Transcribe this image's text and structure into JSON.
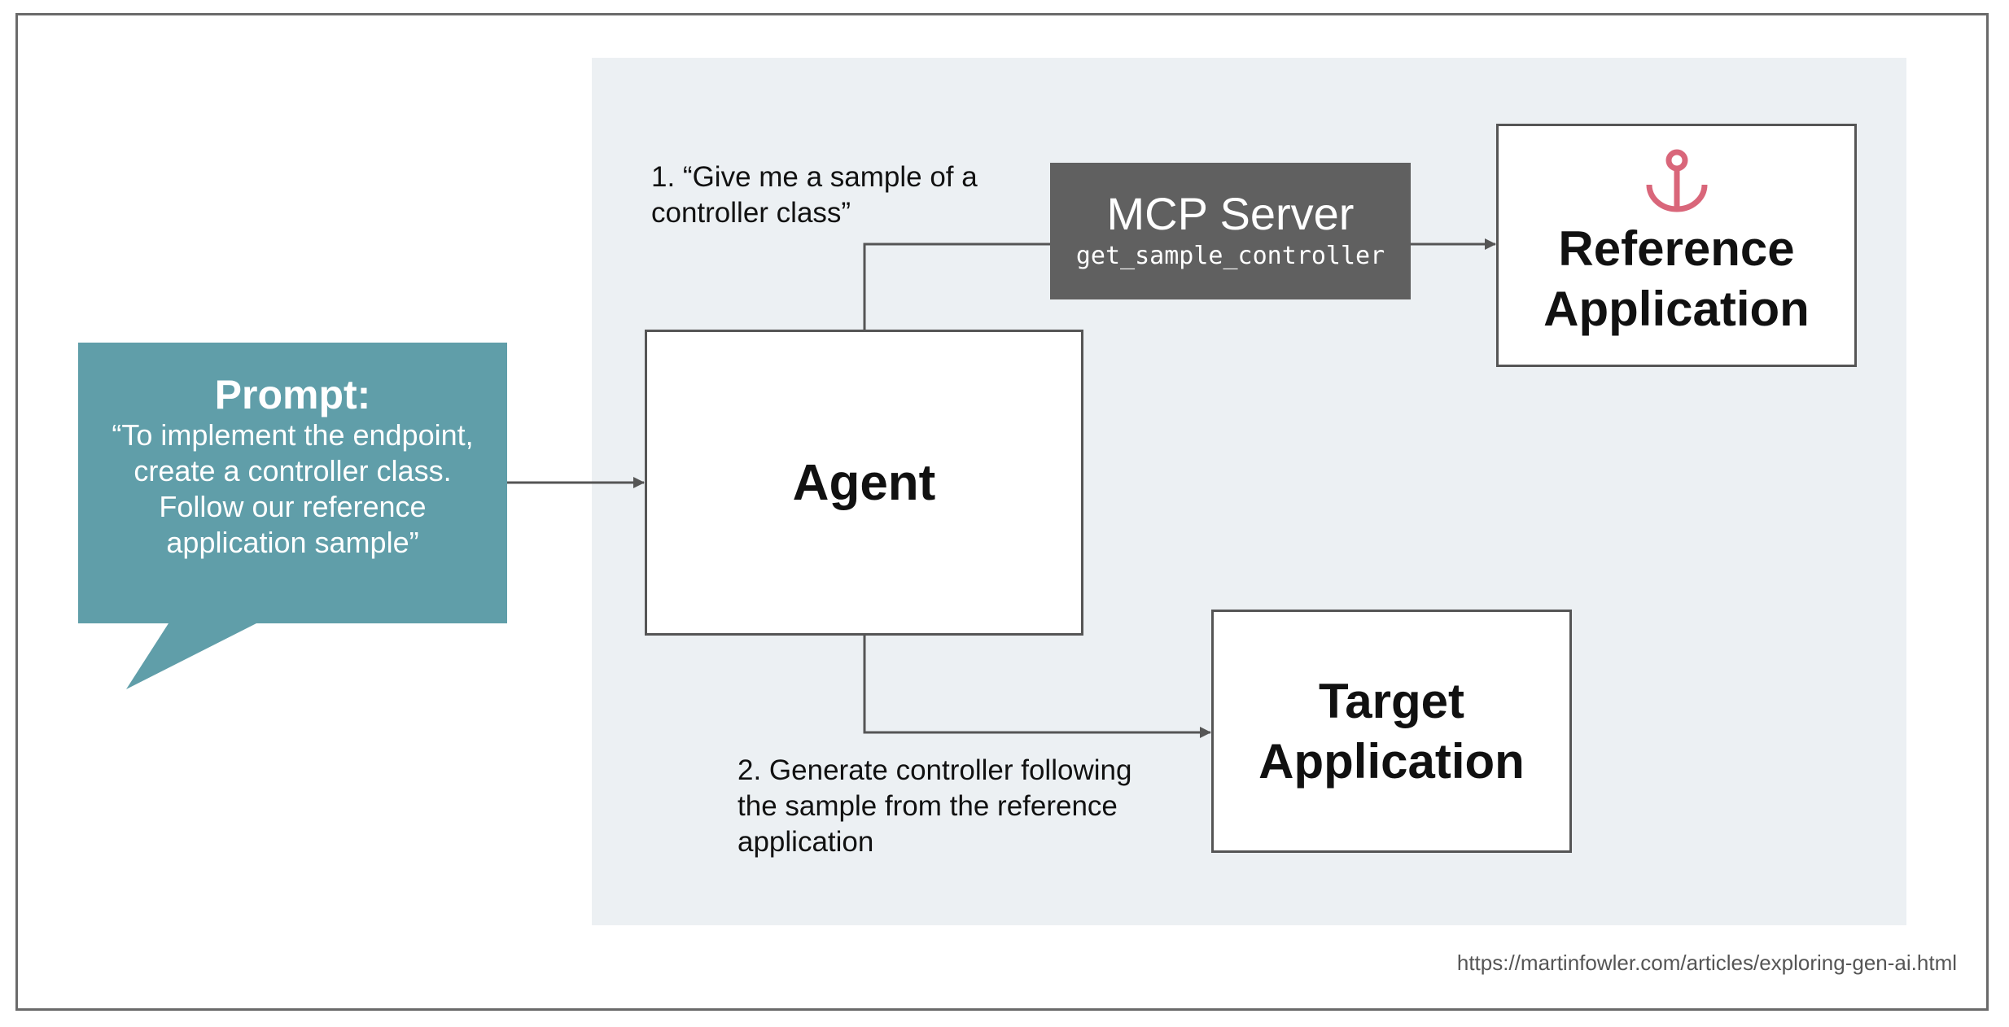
{
  "prompt": {
    "title": "Prompt:",
    "body": "“To implement the endpoint, create a controller class. Follow our reference application sample”"
  },
  "agent": {
    "label": "Agent"
  },
  "mcp_server": {
    "title": "MCP Server",
    "tool": "get_sample_controller"
  },
  "reference_app": {
    "label_line1": "Reference",
    "label_line2": "Application",
    "icon": "anchor-icon"
  },
  "target_app": {
    "label_line1": "Target",
    "label_line2": "Application"
  },
  "steps": {
    "step1": "1. “Give me a sample of a controller class”",
    "step2": "2. Generate controller following the sample from the reference application"
  },
  "source_url": "https://martinfowler.com/articles/exploring-gen-ai.html",
  "colors": {
    "panel": "#ecf0f3",
    "prompt_bubble": "#609ea9",
    "mcp_box": "#606060",
    "anchor": "#d9667a",
    "lines": "#555555"
  }
}
